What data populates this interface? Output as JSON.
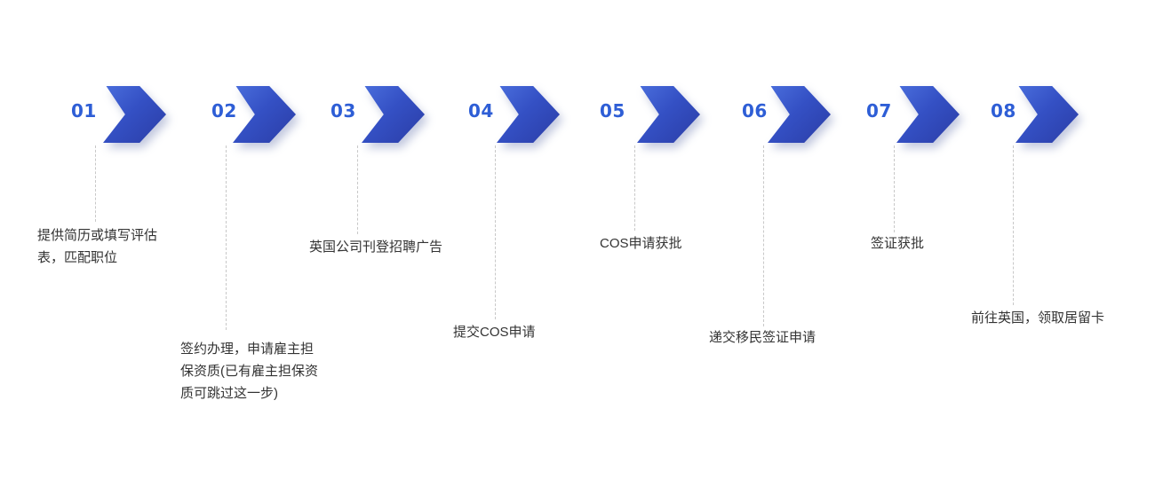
{
  "colors": {
    "chevron_gradient_start": "#4a6edc",
    "chevron_gradient_end": "#2b3da6",
    "number_color": "#2e5ed6",
    "label_color": "#333333",
    "connector_line_color": "#c8c8c8",
    "background": "#ffffff"
  },
  "steps": [
    {
      "number": "01",
      "label": "提供简历或填写评估表，匹配职位"
    },
    {
      "number": "02",
      "label": "签约办理，申请雇主担保资质(已有雇主担保资质可跳过这一步)"
    },
    {
      "number": "03",
      "label": "英国公司刊登招聘广告"
    },
    {
      "number": "04",
      "label": "提交COS申请"
    },
    {
      "number": "05",
      "label": "COS申请获批"
    },
    {
      "number": "06",
      "label": "递交移民签证申请"
    },
    {
      "number": "07",
      "label": "签证获批"
    },
    {
      "number": "08",
      "label": "前往英国，领取居留卡"
    }
  ]
}
